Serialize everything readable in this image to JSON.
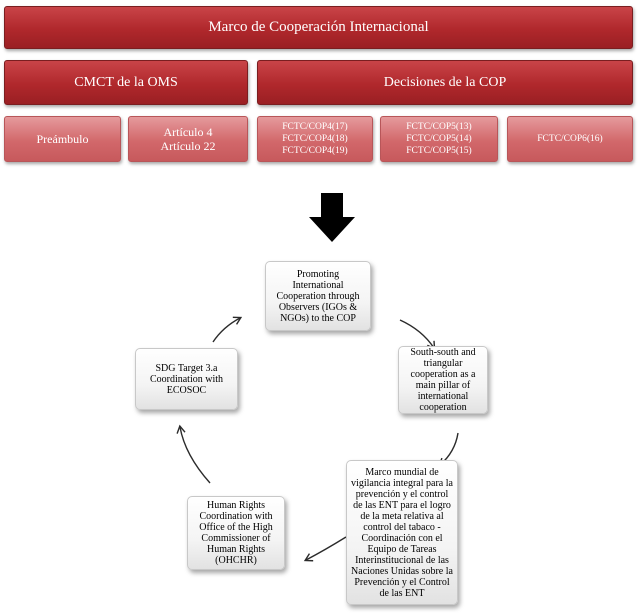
{
  "framework": {
    "title": "Marco de Cooperación Internacional",
    "left_header": "CMCT  de la OMS",
    "right_header": "Decisiones de la COP",
    "preamble": "Preámbulo",
    "articles": [
      "Artículo 4",
      "Artículo 22"
    ],
    "cop4": [
      "FCTC/COP4(17)",
      "FCTC/COP4(18)",
      "FCTC/COP4(19)"
    ],
    "cop5": [
      "FCTC/COP5(13)",
      "FCTC/COP5(14)",
      "FCTC/COP5(15)"
    ],
    "cop6": "FCTC/COP6(16)"
  },
  "cycle": {
    "top": "Promoting International Cooperation through Observers (IGOs & NGOs) to the COP",
    "right": "South-south and triangular cooperation as a main pillar of international cooperation",
    "bottom": "Marco mundial de vigilancia integral para la prevención y el control de las ENT para el logro de la meta relativa al control del tabaco - Coordinación con el Equipo de Tareas Interinstitucional de las Naciones Unidas sobre la Prevención y el Control de las ENT",
    "left_bottom": "Human Rights Coordination with Office  of the High Commissioner of Human Rights (OHCHR)",
    "left_top": "SDG Target 3.a Coordination with ECOSOC"
  },
  "colors": {
    "dark_red": "#b0282c",
    "light_red": "#d2686b",
    "arrow": "#000000",
    "connector": "#2b2b2b"
  }
}
